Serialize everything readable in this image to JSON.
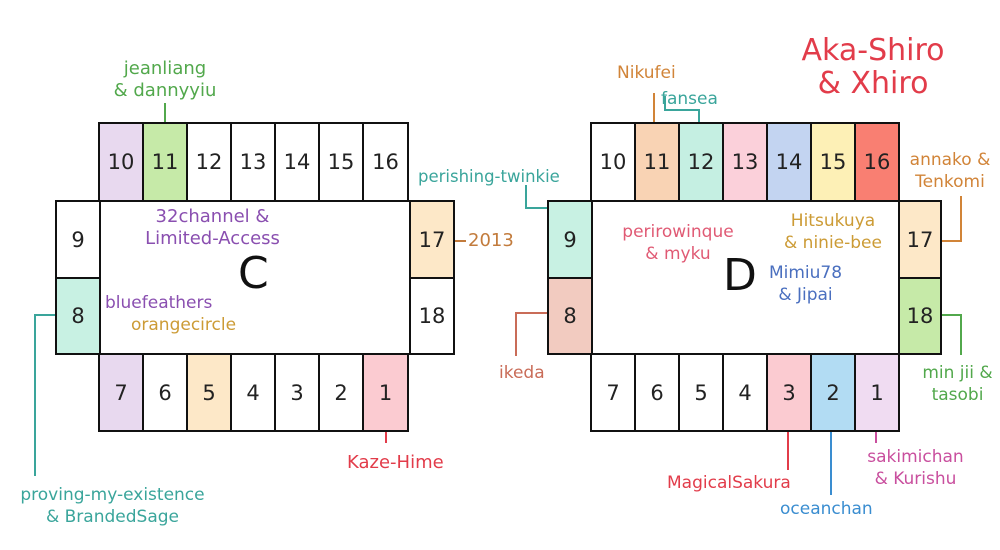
{
  "sections": {
    "left": "C",
    "right": "D"
  },
  "left_block": {
    "top": [
      "10",
      "11",
      "12",
      "13",
      "14",
      "15",
      "16"
    ],
    "left": [
      "9",
      "8"
    ],
    "right": [
      "17",
      "18"
    ],
    "bottom": [
      "7",
      "6",
      "5",
      "4",
      "3",
      "2",
      "1"
    ]
  },
  "right_block": {
    "top": [
      "10",
      "11",
      "12",
      "13",
      "14",
      "15",
      "16"
    ],
    "left": [
      "9",
      "8"
    ],
    "right": [
      "17",
      "18"
    ],
    "bottom": [
      "7",
      "6",
      "5",
      "4",
      "3",
      "2",
      "1"
    ]
  },
  "labels": {
    "jeanliang": [
      "jeanliang",
      "& dannyyiu"
    ],
    "channel32": [
      "32channel &",
      "Limited-Access"
    ],
    "year": "2013",
    "bluefeathers": "bluefeathers",
    "orangecircle": "orangecircle",
    "proving": [
      "proving-my-existence",
      "& BrandedSage"
    ],
    "kaze": "Kaze-Hime",
    "nikufei": "Nikufei",
    "fansea": "fansea",
    "akashiro": [
      "Aka-Shiro",
      "& Xhiro"
    ],
    "perishing": "perishing-twinkie",
    "annako": [
      "annako &",
      "Tenkomi"
    ],
    "periro": [
      "perirowinque",
      "& myku"
    ],
    "hitsu": [
      "Hitsukuya",
      "& ninie-bee"
    ],
    "mimiu": [
      "Mimiu78",
      "& Jipai"
    ],
    "ikeda": "ikeda",
    "minji": [
      "min jii &",
      "tasobi"
    ],
    "magical": "MagicalSakura",
    "ocean": "oceanchan",
    "saki": [
      "sakimichan",
      "& Kurishu"
    ]
  },
  "colors": {
    "purple_fill": "#e8d9ef",
    "green_fill": "#c6eaa8",
    "teal_fill": "#c8f1e3",
    "peach_fill": "#fde8c8",
    "pink_fill": "#fbcbd1",
    "orange_fill": "#f9d3b4",
    "mint_fill": "#c5efe2",
    "rose_fill": "#fbd0da",
    "blue_fill": "#c3d4f1",
    "yellow_fill": "#fdf0b6",
    "red_fill": "#f97f72",
    "brown_fill": "#f2cbc0",
    "sky_fill": "#b2dcf3",
    "lavender_fill": "#f0dcf2",
    "green_text": "#52a84c",
    "purple_text": "#8a4fb0",
    "orange_text": "#d18438",
    "gold_text": "#cc9b35",
    "teal_text": "#3aa59b",
    "red_text": "#e23c4a",
    "blue_text": "#4a6fbf",
    "pink_text": "#c94f9e"
  }
}
